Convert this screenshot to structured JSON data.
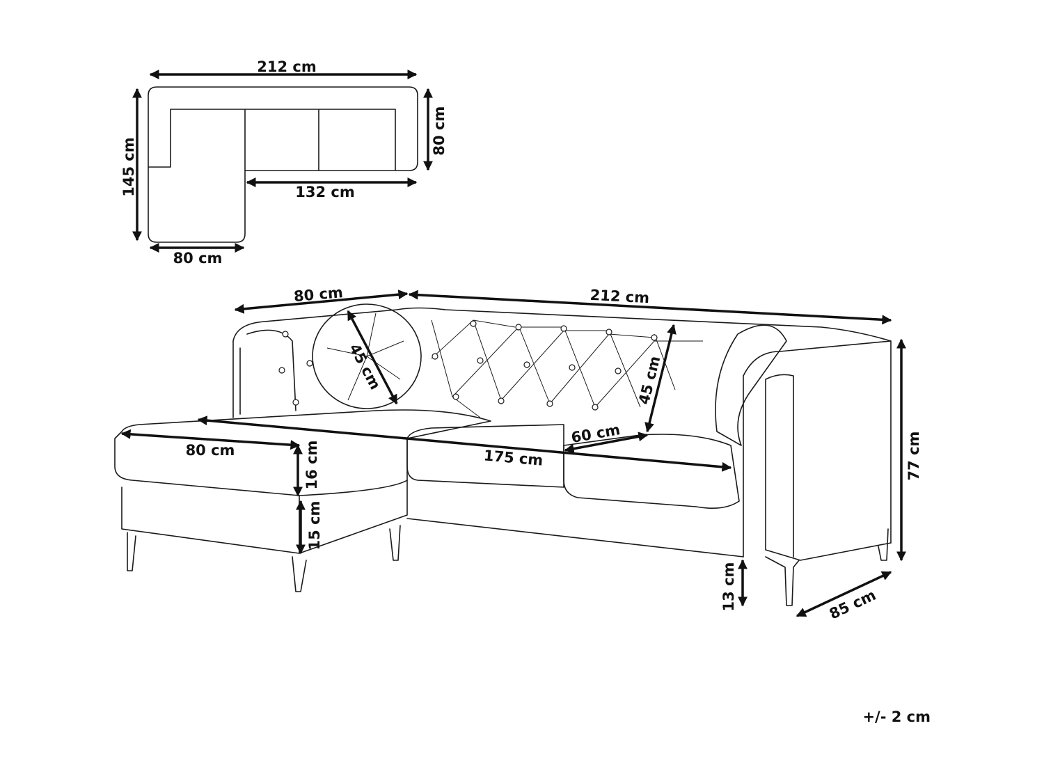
{
  "top_view": {
    "width_total": "212 cm",
    "depth_main": "80 cm",
    "depth_total": "145 cm",
    "width_main_seat": "132 cm",
    "width_chaise": "80 cm"
  },
  "perspective_view": {
    "chaise_width_top": "80 cm",
    "total_width": "212 cm",
    "round_cushion": "45 cm",
    "back_height": "45 cm",
    "seat_depth": "60 cm",
    "chaise_width": "80 cm",
    "seat_length": "175 cm",
    "cushion_height": "16 cm",
    "ottoman_height": "15 cm",
    "total_height": "77 cm",
    "leg_height": "13 cm",
    "total_depth": "85 cm"
  },
  "tolerance": "+/- 2 cm",
  "colors": {
    "line": "#1a1a1a",
    "background": "#ffffff"
  }
}
